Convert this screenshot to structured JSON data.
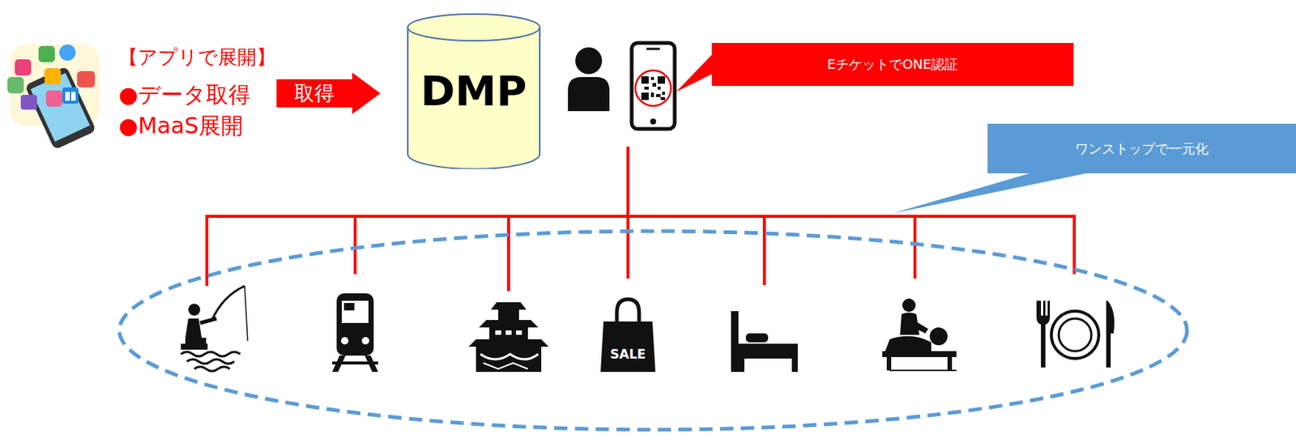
{
  "diagram": {
    "nodes": [
      {
        "text": [
          "取得"
        ]
      },
      {
        "text": [
          "DMP"
        ]
      },
      {
        "text": [
          "EチケットでONE認証"
        ]
      },
      {
        "text": [
          "ワンストップで一元化"
        ]
      }
    ],
    "labels": [
      "【アプリで展開】",
      "●データ取得",
      "●MaaS展開",
      "SALE"
    ]
  }
}
